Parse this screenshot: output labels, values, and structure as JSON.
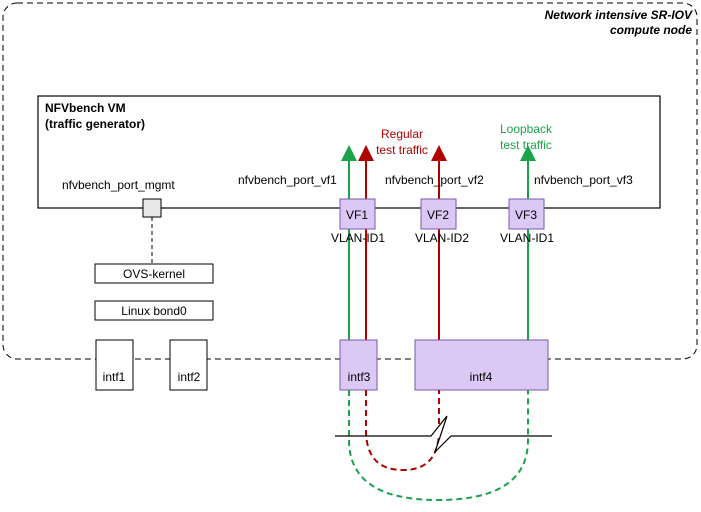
{
  "node": {
    "title_line1": "Network intensive SR-IOV",
    "title_line2": "compute node"
  },
  "vm": {
    "title_line1": "NFVbench VM",
    "title_line2": "(traffic generator)"
  },
  "ports": {
    "mgmt": "nfvbench_port_mgmt",
    "vf1": "nfvbench_port_vf1",
    "vf2": "nfvbench_port_vf2",
    "vf3": "nfvbench_port_vf3"
  },
  "vfs": [
    {
      "label": "VF1",
      "vlan": "VLAN-ID1"
    },
    {
      "label": "VF2",
      "vlan": "VLAN-ID2"
    },
    {
      "label": "VF3",
      "vlan": "VLAN-ID1"
    }
  ],
  "stack": {
    "ovs": "OVS-kernel",
    "bond": "Linux bond0"
  },
  "interfaces": {
    "intf1": "intf1",
    "intf2": "intf2",
    "intf3": "intf3",
    "intf4": "intf4"
  },
  "traffic": {
    "regular_line1": "Regular",
    "regular_line2": "test traffic",
    "loopback_line1": "Loopback",
    "loopback_line2": "test traffic"
  },
  "colors": {
    "regular": "#b00000",
    "loopback": "#1aa34a",
    "purple_fill": "#dcc8f5",
    "purple_stroke": "#7a5aa8"
  }
}
